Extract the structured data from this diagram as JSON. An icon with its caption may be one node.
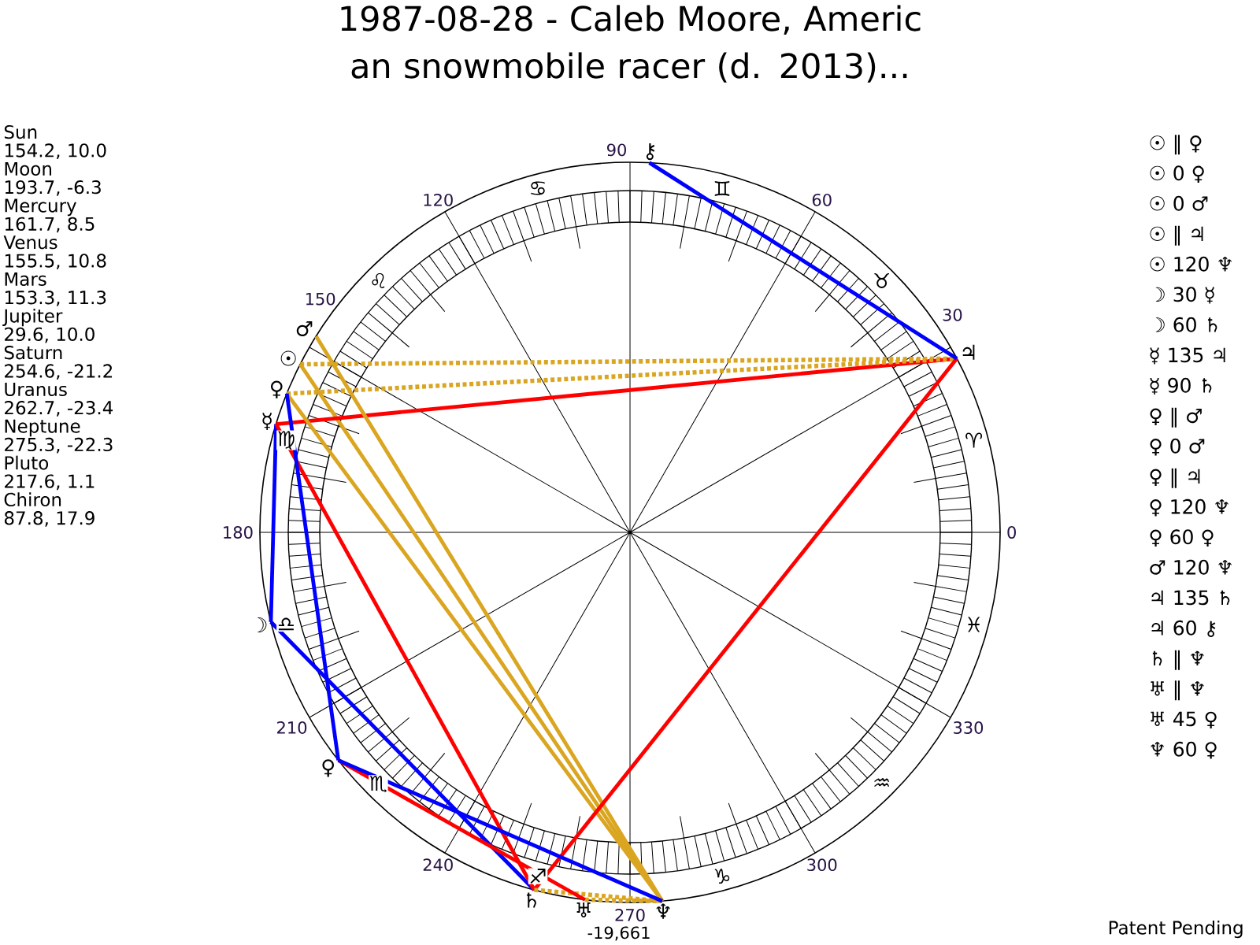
{
  "diagram": {
    "title": "1987-08-28 - Caleb Moore, Americ an snowmobile racer (d. 2013)...",
    "nodes": [
      {
        "text": [
          "⚷"
        ]
      },
      {
        "text": [
          "♂"
        ]
      },
      {
        "text": [
          "♃"
        ]
      },
      {
        "text": [
          "☉"
        ]
      },
      {
        "text": [
          "♀"
        ]
      },
      {
        "text": [
          "☿"
        ]
      },
      {
        "text": [
          "☽"
        ]
      },
      {
        "text": [
          "♀"
        ]
      },
      {
        "text": [
          "♄"
        ]
      },
      {
        "text": [
          "♅"
        ]
      },
      {
        "text": [
          "♆"
        ]
      }
    ],
    "edges": [
      {
        "from": 3,
        "to": 2,
        "arrow": "none",
        "style": "dashed",
        "color": "#daa520"
      },
      {
        "from": 3,
        "to": 10,
        "arrow": "none",
        "color": "#daa520"
      },
      {
        "from": 6,
        "to": 5,
        "arrow": "none",
        "color": "#0000ff"
      },
      {
        "from": 6,
        "to": 8,
        "arrow": "none",
        "color": "#0000ff"
      },
      {
        "from": 5,
        "to": 2,
        "arrow": "none",
        "color": "#ff0000"
      },
      {
        "from": 5,
        "to": 8,
        "arrow": "none",
        "color": "#ff0000"
      },
      {
        "from": 4,
        "to": 2,
        "arrow": "none",
        "style": "dashed",
        "color": "#daa520"
      },
      {
        "from": 4,
        "to": 10,
        "arrow": "none",
        "color": "#daa520"
      },
      {
        "from": 4,
        "to": 7,
        "arrow": "none",
        "color": "#0000ff"
      },
      {
        "from": 1,
        "to": 10,
        "arrow": "none",
        "color": "#daa520"
      },
      {
        "from": 2,
        "to": 8,
        "arrow": "none",
        "color": "#ff0000"
      },
      {
        "from": 2,
        "to": 0,
        "arrow": "none",
        "color": "#0000ff"
      },
      {
        "from": 8,
        "to": 10,
        "arrow": "none",
        "style": "dashed",
        "color": "#daa520"
      },
      {
        "from": 9,
        "to": 10,
        "arrow": "none",
        "style": "dashed",
        "color": "#daa520"
      },
      {
        "from": 9,
        "to": 7,
        "arrow": "none",
        "color": "#ff0000"
      },
      {
        "from": 10,
        "to": 7,
        "arrow": "none",
        "color": "#0000ff"
      }
    ],
    "labels": [
      "Sun",
      "154.2, 10.0",
      "Moon",
      "193.7, -6.3",
      "Mercury",
      "161.7, 8.5",
      "Venus",
      "155.5, 10.8",
      "Mars",
      "153.3, 11.3",
      "Jupiter",
      "29.6, 10.0",
      "Saturn",
      "254.6, -21.2",
      "Uranus",
      "262.7, -23.4",
      "Neptune",
      "275.3, -22.3",
      "Pluto",
      "217.6, 1.1",
      "Chiron",
      "87.8, 17.9",
      "0",
      "30",
      "60",
      "90",
      "120",
      "150",
      "180",
      "210",
      "240",
      "270",
      "300",
      "330",
      "♈",
      "♉",
      "♊",
      "♋",
      "♌",
      "♍",
      "♎",
      "♏",
      "♐",
      "♑",
      "♒",
      "♓",
      "☉ ‖ ♀",
      "☉ 0 ♀",
      "☉ 0 ♂",
      "☉ ‖ ♃",
      "☉ 120 ♆",
      "☽ 30 ☿",
      "☽ 60 ♄",
      "☿ 135 ♃",
      "☿ 90 ♄",
      "♀ ‖ ♂",
      "♀ 0 ♂",
      "♀ ‖ ♃",
      "♀ 120 ♆",
      "♀ 60 ♀",
      "♂ 120 ♆",
      "♃ 135 ♄",
      "♃ 60 ⚷",
      "♄ ‖ ♆",
      "♅ ‖ ♆",
      "♅ 45 ♀",
      "♆ 60 ♀",
      "-19,661",
      "Patent Pending"
    ]
  }
}
